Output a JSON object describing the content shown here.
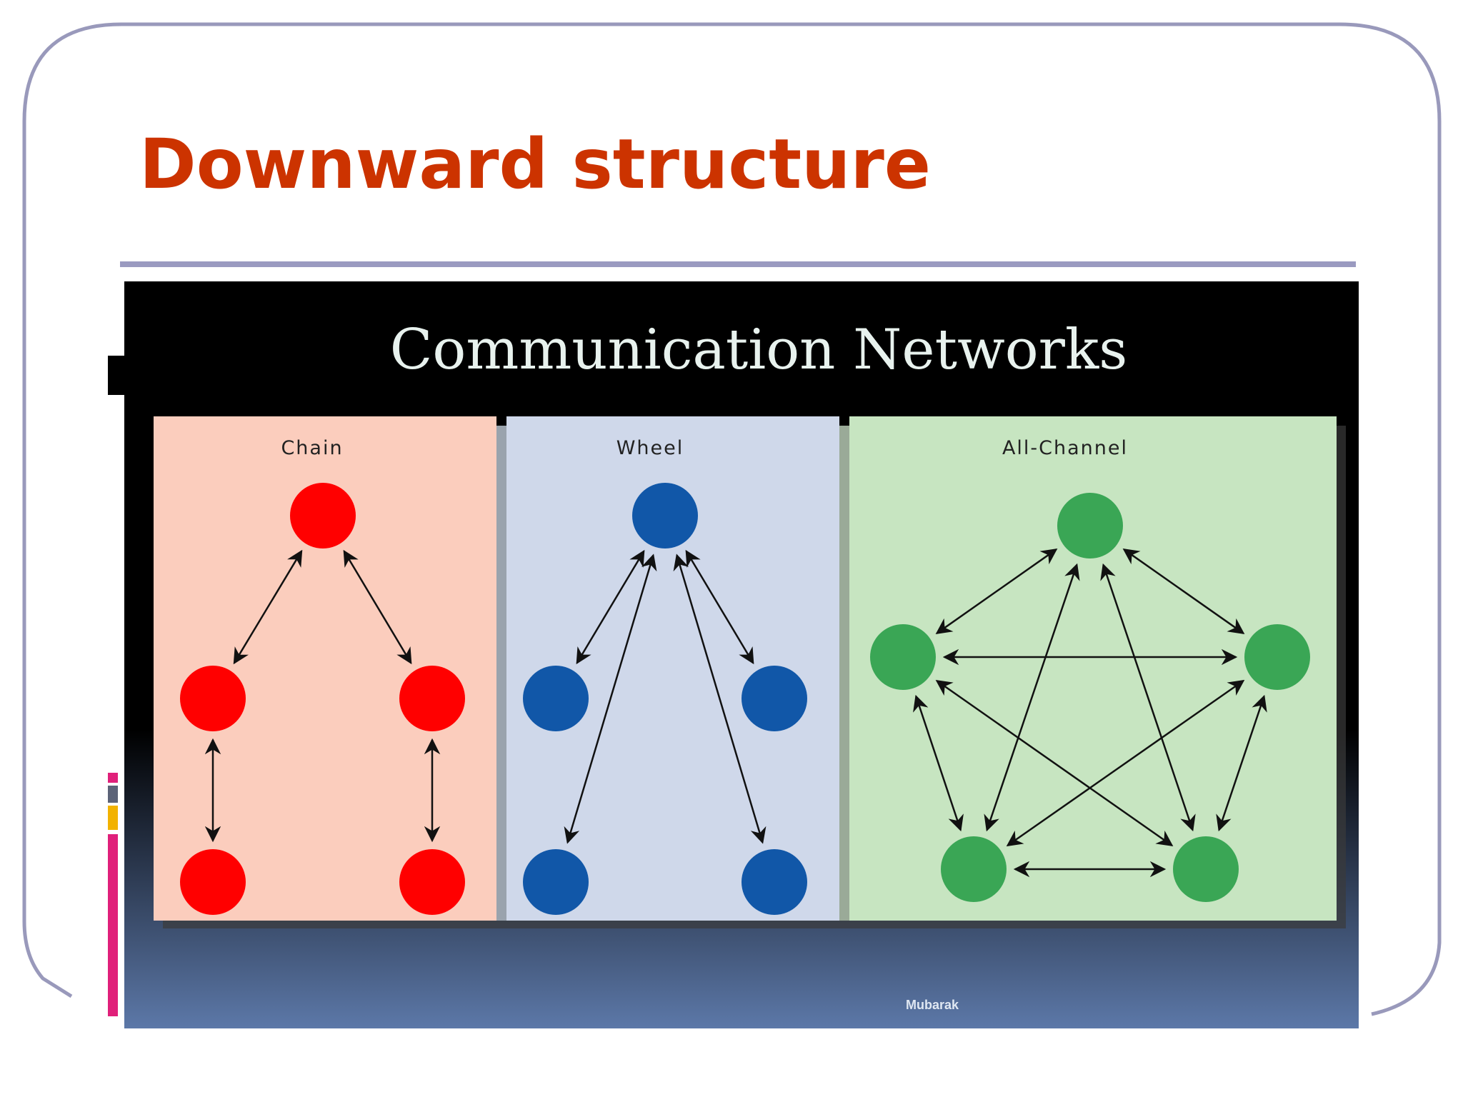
{
  "slide": {
    "title": "Downward structure",
    "title_color": "#cc3300",
    "frame_color": "#9999bb",
    "divider_color": "#9a9ac0"
  },
  "image": {
    "title": "Communication Networks",
    "footer": "Mubarak",
    "background_gradient": [
      "#000000",
      "#5c78a8"
    ]
  },
  "networks": [
    {
      "id": "chain",
      "label": "Chain",
      "panel_color": "#fbcdbd",
      "node_color": "#ff0000",
      "nodes": [
        "top",
        "mid-left",
        "mid-right",
        "bottom-left",
        "bottom-right"
      ],
      "links": [
        [
          "top",
          "mid-left"
        ],
        [
          "top",
          "mid-right"
        ],
        [
          "mid-left",
          "bottom-left"
        ],
        [
          "mid-right",
          "bottom-right"
        ]
      ]
    },
    {
      "id": "wheel",
      "label": "Wheel",
      "panel_color": "#cfd8ea",
      "node_color": "#1157a8",
      "nodes": [
        "hub",
        "mid-left",
        "mid-right",
        "bottom-left",
        "bottom-right"
      ],
      "links": [
        [
          "hub",
          "mid-left"
        ],
        [
          "hub",
          "mid-right"
        ],
        [
          "hub",
          "bottom-left"
        ],
        [
          "hub",
          "bottom-right"
        ]
      ]
    },
    {
      "id": "all-channel",
      "label": "All-Channel",
      "panel_color": "#c7e5c1",
      "node_color": "#3aa655",
      "nodes": [
        "top",
        "left",
        "right",
        "bottom-left",
        "bottom-right"
      ],
      "links": [
        [
          "top",
          "left"
        ],
        [
          "top",
          "right"
        ],
        [
          "top",
          "bottom-left"
        ],
        [
          "top",
          "bottom-right"
        ],
        [
          "left",
          "right"
        ],
        [
          "left",
          "bottom-left"
        ],
        [
          "left",
          "bottom-right"
        ],
        [
          "right",
          "bottom-left"
        ],
        [
          "right",
          "bottom-right"
        ],
        [
          "bottom-left",
          "bottom-right"
        ]
      ]
    }
  ]
}
